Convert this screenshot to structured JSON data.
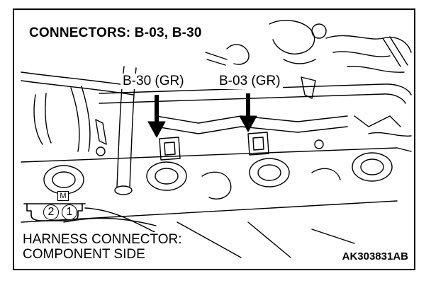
{
  "diagram": {
    "title": "CONNECTORS: B-03, B-30",
    "callouts": {
      "b30": "B-30 (GR)",
      "b03": "B-03 (GR)"
    },
    "connector_face": {
      "pins": [
        "2",
        "1"
      ],
      "mark": "M"
    },
    "caption": {
      "line1": "HARNESS CONNECTOR:",
      "line2": "COMPONENT SIDE"
    },
    "figure_code": "AK303831AB"
  }
}
